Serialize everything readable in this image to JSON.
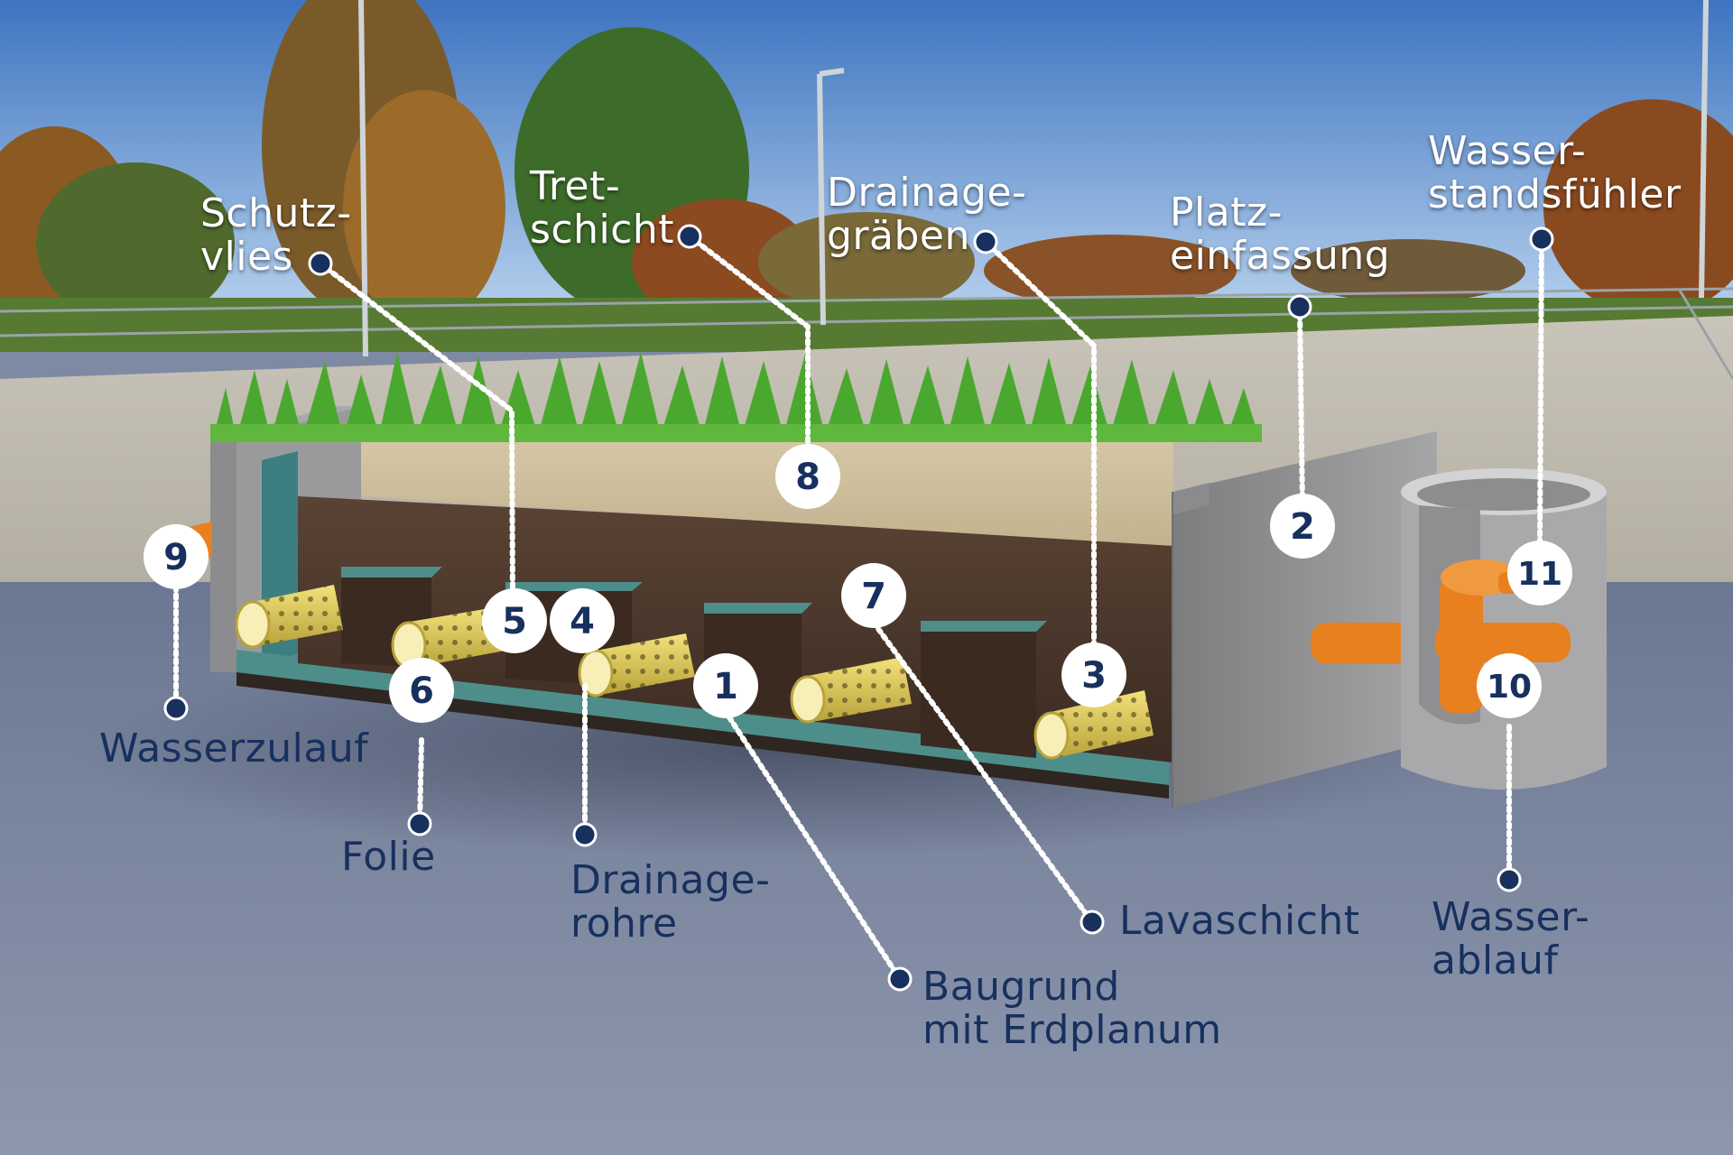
{
  "badges": [
    "1",
    "2",
    "3",
    "4",
    "5",
    "6",
    "7",
    "8",
    "9",
    "10",
    "11"
  ],
  "labels": {
    "schutzvlies": [
      "Schutz-",
      "vlies"
    ],
    "tretschicht": [
      "Tret-",
      "schicht"
    ],
    "drainagegraeben": [
      "Drainage-",
      "gräben"
    ],
    "platzeinfassung": [
      "Platz-",
      "einfassung"
    ],
    "wasserstandsfuehler": [
      "Wasser-",
      "standsfühler"
    ],
    "wasserzulauf": [
      "Wasserzulauf"
    ],
    "folie": [
      "Folie"
    ],
    "drainagerohre": [
      "Drainage-",
      "rohre"
    ],
    "baugrund": [
      "Baugrund",
      "mit Erdplanum"
    ],
    "lavaschicht": [
      "Lavaschicht"
    ],
    "wasserablauf": [
      "Wasser-",
      "ablauf"
    ]
  },
  "colors": {
    "badge_fill": "#ffffff",
    "badge_text": "#17305e",
    "leader_line": "#ffffff",
    "dot": "#17305e",
    "dark_label": "#17305e",
    "pipe_orange": "#e8801f",
    "grass": "#4aa82f"
  }
}
